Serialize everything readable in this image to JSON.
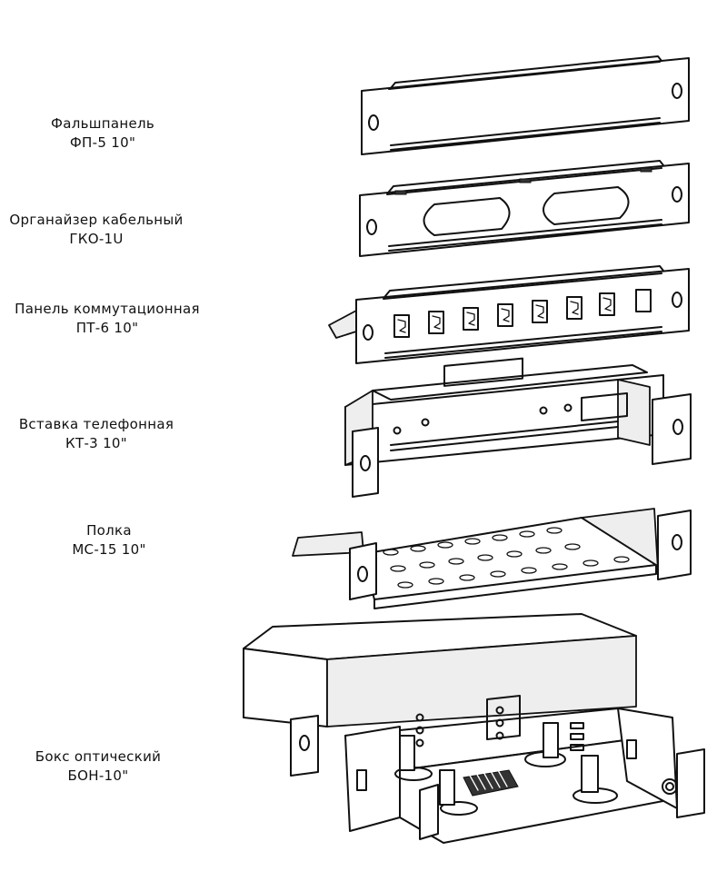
{
  "items": [
    {
      "name": "Фальшпанель",
      "code": "ФП-5 10\""
    },
    {
      "name": "Органайзер кабельный",
      "code": "ГКО-1U"
    },
    {
      "name": "Панель коммутационная",
      "code": "ПТ-6 10\""
    },
    {
      "name": "Вставка телефонная",
      "code": "КТ-3 10\""
    },
    {
      "name": "Полка",
      "code": "МС-15 10\""
    },
    {
      "name": "Бокс оптический",
      "code": "БОН-10\""
    }
  ],
  "colors": {
    "line": "#111111",
    "background": "#ffffff",
    "shade": "#eeeeee"
  }
}
